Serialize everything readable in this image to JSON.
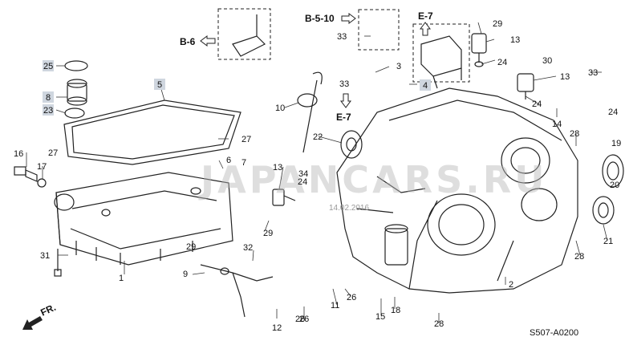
{
  "watermark": {
    "brand": "JAPANCARS.RU",
    "date": "14.02.2016"
  },
  "diagram_code": "S507-A0200",
  "direction_label": "FR.",
  "section_refs": [
    {
      "id": "ref-b6",
      "label": "B-6"
    },
    {
      "id": "ref-b510",
      "label": "B-5-10"
    },
    {
      "id": "ref-e7-top",
      "label": "E-7"
    },
    {
      "id": "ref-e7-mid",
      "label": "E-7"
    }
  ],
  "part_labels": [
    "1",
    "2",
    "3",
    "4",
    "5",
    "6",
    "7",
    "8",
    "9",
    "10",
    "11",
    "12",
    "13",
    "13",
    "13",
    "14",
    "15",
    "16",
    "17",
    "18",
    "19",
    "20",
    "21",
    "22",
    "23",
    "24",
    "24",
    "24",
    "24",
    "25",
    "26",
    "26",
    "26",
    "27",
    "27",
    "28",
    "28",
    "28",
    "29",
    "29",
    "29",
    "30",
    "31",
    "32",
    "33",
    "33",
    "33",
    "34"
  ]
}
